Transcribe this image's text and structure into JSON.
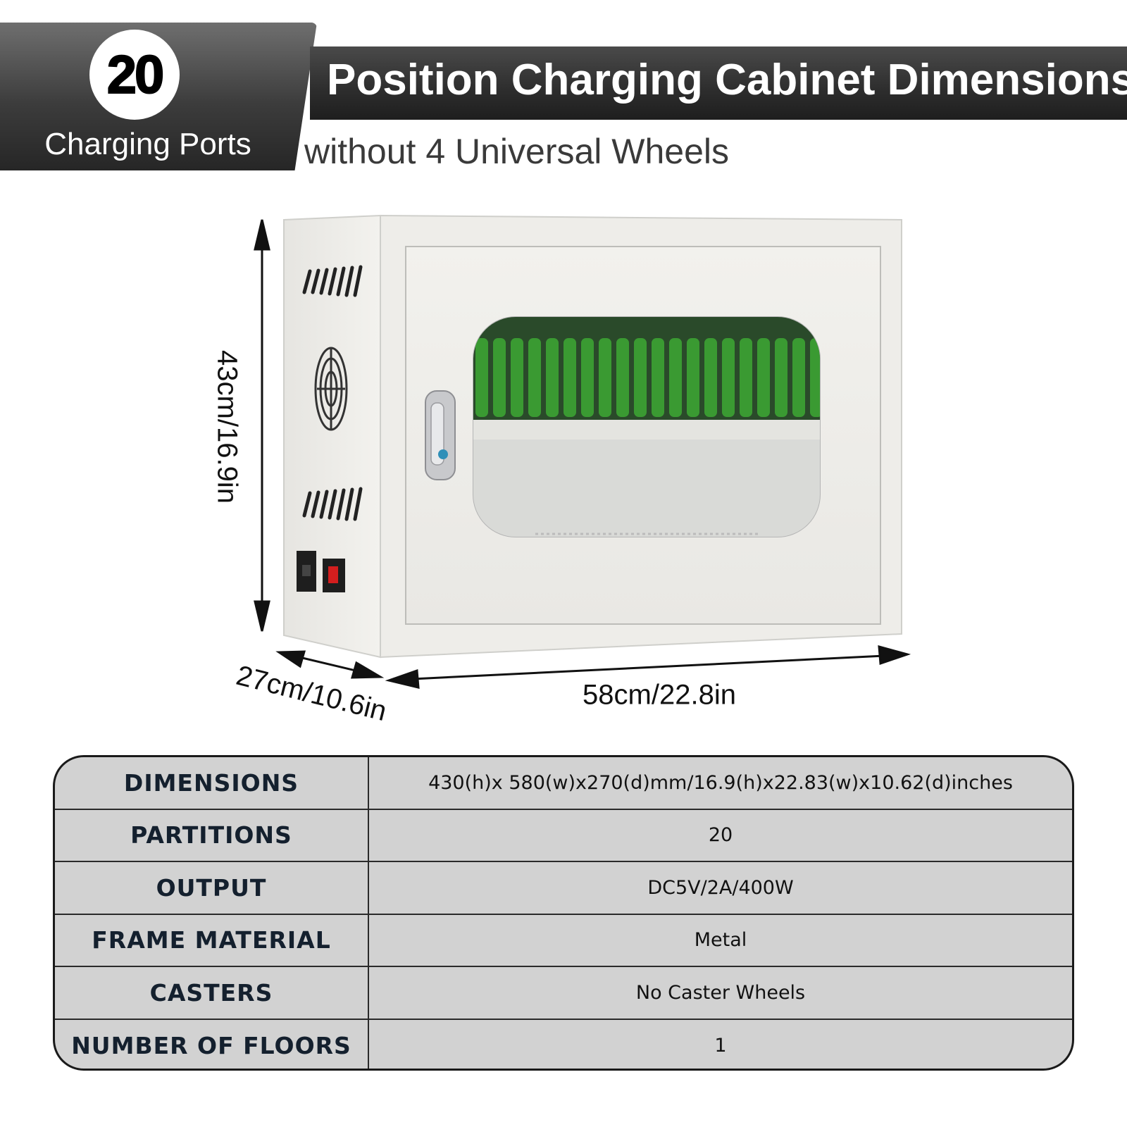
{
  "header": {
    "ports_count": "20",
    "ports_label": "Charging Ports",
    "title": "Position Charging Cabinet Dimensions",
    "subtitle": "without 4 Universal Wheels"
  },
  "dimensions": {
    "height": "43cm/16.9in",
    "depth": "27cm/10.6in",
    "width": "58cm/22.8in"
  },
  "specs": [
    {
      "label": "DIMENSIONS",
      "value": "430(h)x 580(w)x270(d)mm/16.9(h)x22.83(w)x10.62(d)inches"
    },
    {
      "label": "PARTITIONS",
      "value": "20"
    },
    {
      "label": "OUTPUT",
      "value": "DC5V/2A/400W"
    },
    {
      "label": "FRAME MATERIAL",
      "value": "Metal"
    },
    {
      "label": "CASTERS",
      "value": "No Caster Wheels"
    },
    {
      "label": "NUMBER OF FLOORS",
      "value": "1"
    }
  ],
  "colors": {
    "cabinet_body": "#ecebe7",
    "slot_green": "#3a9a32",
    "table_fill": "#d2d2d2",
    "header_dark": "#2d2d2d"
  }
}
